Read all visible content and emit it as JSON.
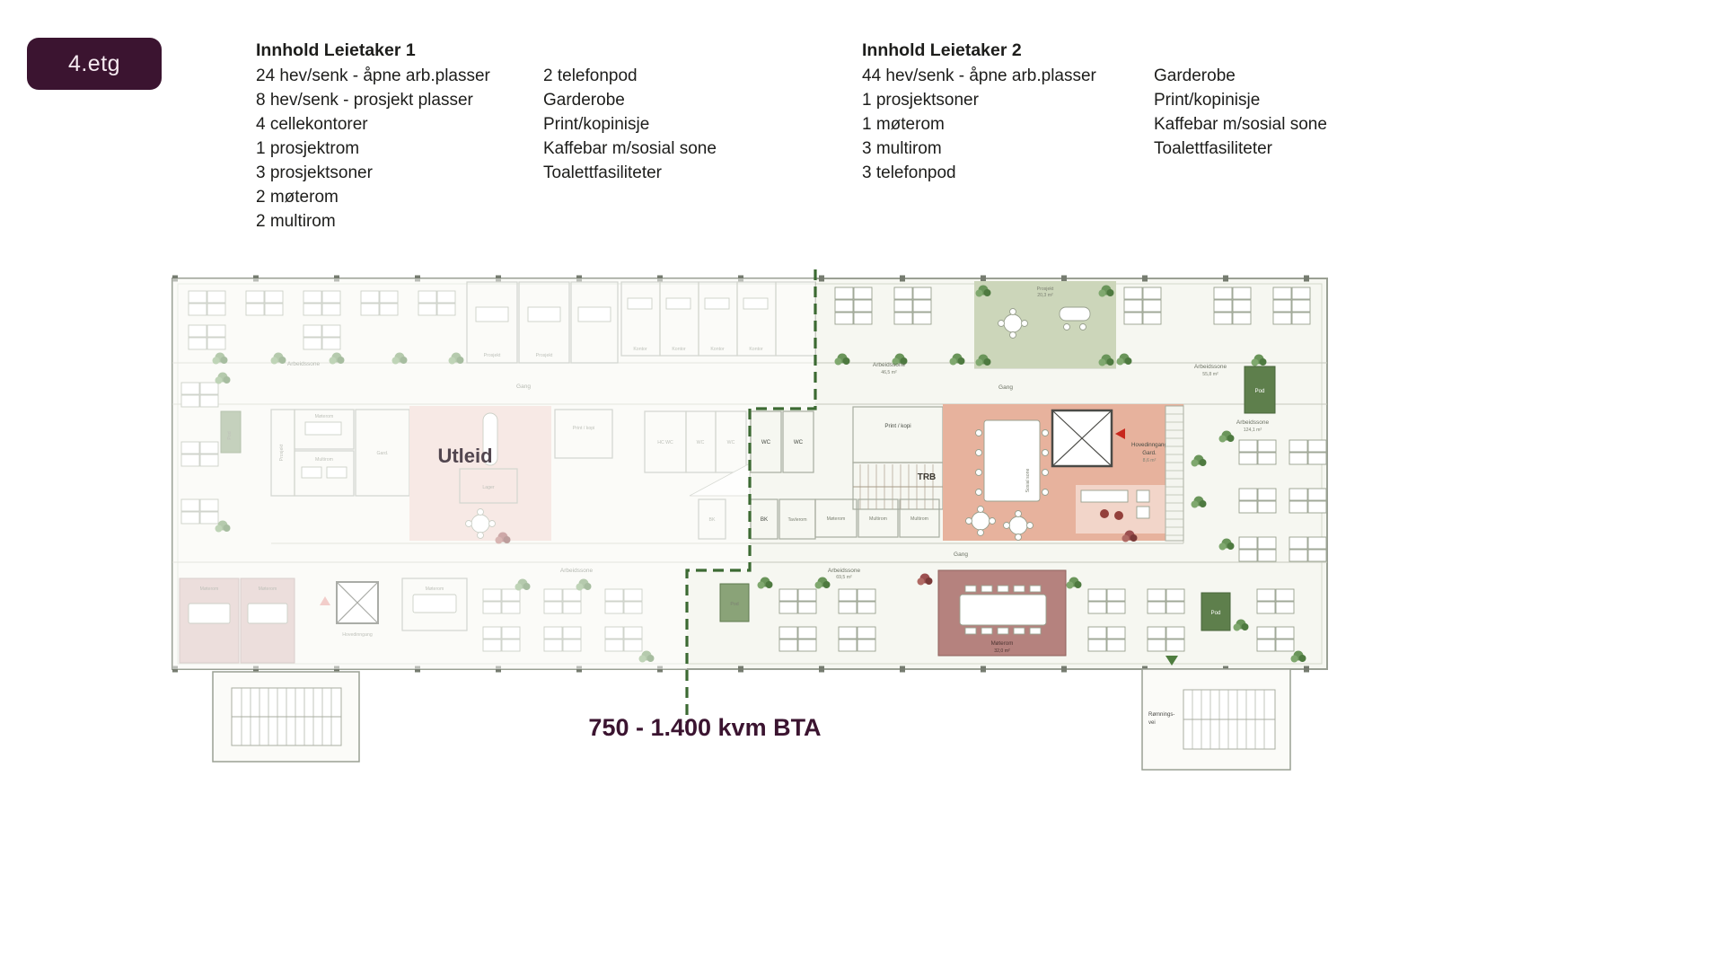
{
  "badge": {
    "label": "4.etg"
  },
  "tenant1": {
    "title": "Innhold Leietaker 1",
    "col1": [
      "24 hev/senk - åpne arb.plasser",
      "8 hev/senk - prosjekt plasser",
      "4 cellekontorer",
      "1 prosjektrom",
      "3 prosjektsoner",
      "2 møterom",
      "2 multirom"
    ],
    "col2": [
      "2 telefonpod",
      "Garderobe",
      "Print/kopinisje",
      "Kaffebar m/sosial sone",
      "Toalettfasiliteter"
    ]
  },
  "tenant2": {
    "title": "Innhold Leietaker 2",
    "col1": [
      "44 hev/senk - åpne arb.plasser",
      "1 prosjektsoner",
      "1 møterom",
      "3 multirom",
      "3 telefonpod"
    ],
    "col2": [
      "Garderobe",
      "Print/kopinisje",
      "Kaffebar m/sosial sone",
      "Toalettfasiliteter"
    ]
  },
  "floorplan": {
    "utleid": "Utleid",
    "labels": {
      "arbeidssone": "Arbeidssone",
      "gang": "Gang",
      "prosjekt": "Prosjekt",
      "kontor": "Kontor",
      "moterom": "Møterom",
      "multirom": "Multirom",
      "gard": "Gard.",
      "lager": "Lager",
      "print_kopi": "Print / kopi",
      "hc_wc": "HC WC",
      "wc": "WC",
      "bk": "BK",
      "tavlerom": "Tavlerom",
      "trb": "TRB",
      "sosial_sone": "Sosial sone",
      "hovedinngang": "Hovedinngang",
      "pod": "Pod",
      "romnings_line1": "Rømnings-",
      "romnings_line2": "vei"
    },
    "areas": {
      "a46_5": "46,5 m²",
      "a55_8": "55,8 m²",
      "a124_1": "124,1 m²",
      "a69_5": "69,5 m²",
      "a32_0": "32,0 m²",
      "a8_6": "8,6 m²",
      "a20_3": "20,3 m²"
    }
  },
  "footer": {
    "area_range": "750 - 1.400 kvm BTA"
  },
  "colors": {
    "accent_dark": "#3b1430",
    "boundary_green": "#3c6a33",
    "social_salmon": "#e7b29d",
    "meeting_red": "#b5827e",
    "utleid_pink": "#eed3ca",
    "plan_base": "#f6f7f1"
  }
}
